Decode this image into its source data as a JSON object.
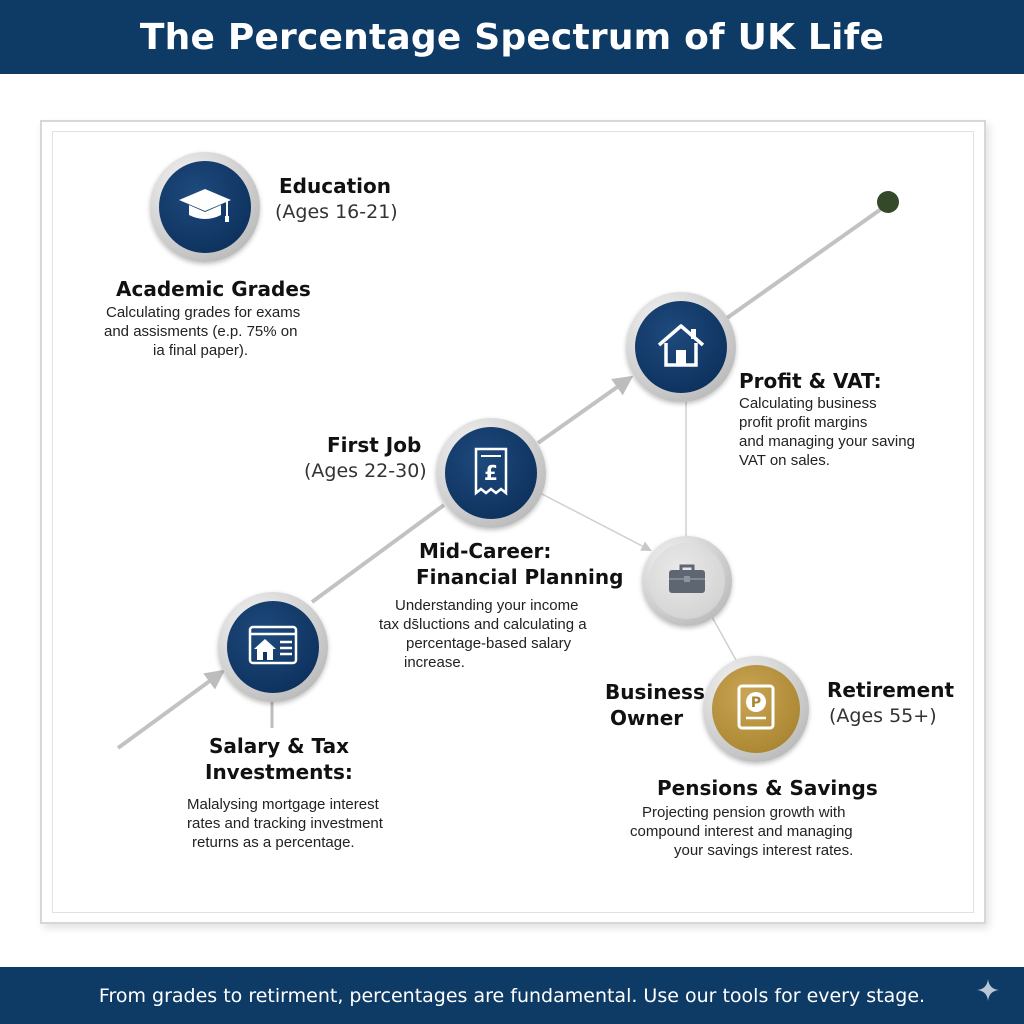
{
  "header": {
    "title": "The Percentage Spectrum of UK Life"
  },
  "footer": {
    "text": "From grades to retirment, percentages are fundamental. Use our tools for every stage."
  },
  "colors": {
    "navy": "#0e3a66",
    "gold": "#b08c3a",
    "grey": "#d6d6d6",
    "dot": "#34492a"
  },
  "stages": {
    "education": {
      "title": "Education",
      "ages": "(Ages 16-21)",
      "icon": "graduation-cap-icon",
      "heading": "Academic Grades",
      "desc": [
        "Calculating grades for exams",
        "and assisments (e.p. 75% on",
        "ia final paper)."
      ]
    },
    "salary": {
      "icon": "house-listing-icon",
      "heading_lines": [
        "Salary & Tax",
        "Investments:"
      ],
      "desc": [
        "Malalysing mortgage interest",
        "rates and tracking investment",
        "returns as a percentage."
      ]
    },
    "first_job": {
      "title": "First Job",
      "ages": "(Ages 22-30)",
      "icon": "pound-receipt-icon"
    },
    "mid_career": {
      "heading_lines": [
        "Mid-Career:",
        "Financial Planning"
      ],
      "desc": [
        "Understanding your income",
        "tax ds̄luctions and calculating a",
        "percentage-based salary",
        "increase."
      ]
    },
    "profit": {
      "icon": "house-icon",
      "heading": "Profit & VAT:",
      "desc": [
        "Calculating business",
        "profit profit margins",
        "and managing your saving",
        "VAT on sales."
      ]
    },
    "business": {
      "icon": "briefcase-icon",
      "title_lines": [
        "Business",
        "Owner"
      ]
    },
    "retirement": {
      "title": "Retirement",
      "ages": "(Ages 55+)",
      "icon": "pension-p-icon",
      "heading": "Pensions & Savings",
      "desc": [
        "Projecting pension growth with",
        "compound interest and managing",
        "your savings interest rates."
      ]
    }
  }
}
